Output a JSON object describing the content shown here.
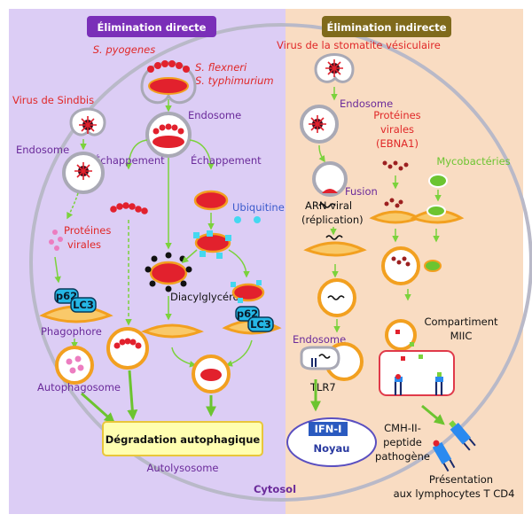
{
  "headers": {
    "left": "Élimination directe",
    "right": "Élimination indirecte"
  },
  "labels": {
    "s_pyogenes": "S. pyogenes",
    "s_flexneri": "S. flexneri",
    "s_typhimurium": "S. typhimurium",
    "virus_sindbis": "Virus de Sindbis",
    "endosome_left": "Endosome",
    "endosome_center": "Endosome",
    "echappement_1": "Échappement",
    "echappement_2": "Échappement",
    "ubiquitine": "Ubiquitine",
    "proteines_virales_line1": "Protéines",
    "proteines_virales_line2": "virales",
    "diacylglycerol": "Diacylglycérol",
    "p62_a": "p62",
    "lc3_a": "LC3",
    "p62_b": "p62",
    "lc3_b": "LC3",
    "phagophore": "Phagophore",
    "autophagosome": "Autophagosome",
    "degradation": "Dégradation autophagique",
    "autolysosome": "Autolysosome",
    "cytosol": "Cytosol",
    "virus_stomatite": "Virus de la stomatite vésiculaire",
    "endosome_right_top": "Endosome",
    "prot_ebna_line1": "Protéines",
    "prot_ebna_line2": "virales",
    "prot_ebna_line3": "(EBNA1)",
    "mycobacteries": "Mycobactéries",
    "fusion": "Fusion",
    "arn_line1": "ARN viral",
    "arn_line2": "(réplication)",
    "compartiment_line1": "Compartiment",
    "compartiment_line2": "MIIC",
    "endosome_right_bottom": "Endosome",
    "tlr7": "TLR7",
    "ifn": "IFN-I",
    "noyau": "Noyau",
    "cmh_line1": "CMH-II-",
    "cmh_line2": "peptide",
    "cmh_line3": "pathogène",
    "presentation_line1": "Présentation",
    "presentation_line2": "aux lymphocytes T CD4"
  },
  "colors": {
    "left_panel": "#dccdf5",
    "right_panel": "#f9dcc2",
    "left_header": "#7a2fb8",
    "right_header": "#7f6a1c",
    "purple_text": "#6a2a9a",
    "red_text": "#e02828",
    "green": "#7bd23c",
    "orange_membrane": "#f2a020",
    "gray_membrane": "#a9a9b5",
    "pathogen_red": "#e2212d"
  }
}
